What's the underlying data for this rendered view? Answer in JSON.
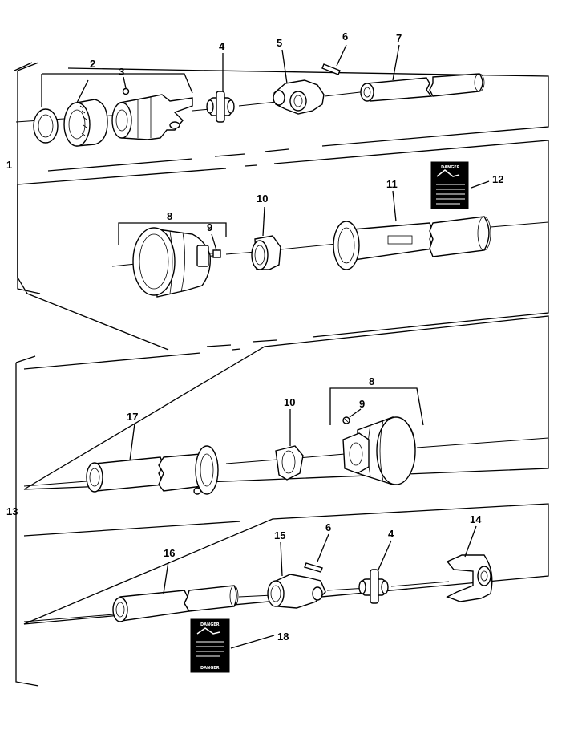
{
  "callouts": {
    "c1": "1",
    "c2": "2",
    "c3": "3",
    "c4a": "4",
    "c5": "5",
    "c6a": "6",
    "c7": "7",
    "c8a": "8",
    "c9a": "9",
    "c10a": "10",
    "c11": "11",
    "c12": "12",
    "c13": "13",
    "c17": "17",
    "c10b": "10",
    "c8b": "8",
    "c9b": "9",
    "c16": "16",
    "c15": "15",
    "c6b": "6",
    "c4b": "4",
    "c14": "14",
    "c18": "18"
  },
  "decals": {
    "danger_header": "DANGER"
  }
}
